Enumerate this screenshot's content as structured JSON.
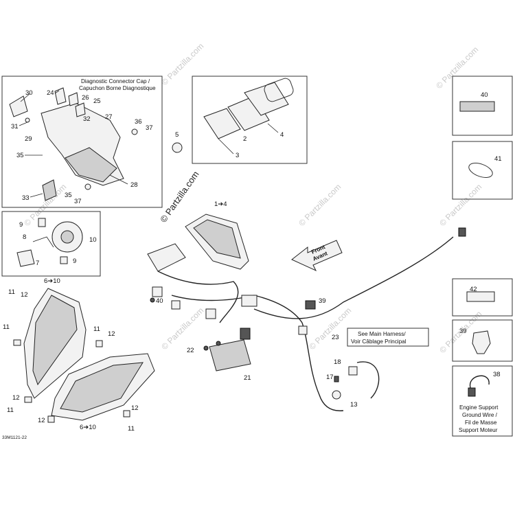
{
  "watermark": "© Partzilla.com",
  "figure_code": "33M1121-22",
  "captions": {
    "diagnostic_line1": "Diagnostic Connector Cap /",
    "diagnostic_line2": "Capuchon Borne Diagnostique",
    "front_line1": "Front",
    "front_line2": "Avant",
    "harness_line1": "See Main Harness/",
    "harness_line2": "Voir Câblage Principal",
    "ground_line1": "Engine Support",
    "ground_line2": "Ground Wire /",
    "ground_line3": "Fil de Masse",
    "ground_line4": "Support Moteur"
  },
  "callouts": {
    "c1to4": "1➔4",
    "c2": "2",
    "c3": "3",
    "c4": "4",
    "c5": "5",
    "c6to10_top": "6➔10",
    "c6to10_bottom": "6➔10",
    "c7": "7",
    "c8": "8",
    "c9a": "9",
    "c9b": "9",
    "c10": "10",
    "c11a": "11",
    "c11b": "11",
    "c11c": "11",
    "c11d": "11",
    "c11e": "11",
    "c12a": "12",
    "c12b": "12",
    "c12c": "12",
    "c12d": "12",
    "c12e": "12",
    "c13": "13",
    "c17": "17",
    "c18": "18",
    "c21": "21",
    "c22": "22",
    "c23": "23",
    "c24": "24",
    "c25": "25",
    "c26": "26",
    "c27": "27",
    "c28": "28",
    "c29": "29",
    "c30": "30",
    "c31": "31",
    "c32": "32",
    "c33": "33",
    "c35a": "35",
    "c35b": "35",
    "c36": "36",
    "c37a": "37",
    "c37b": "37",
    "c38": "38",
    "c39a": "39",
    "c39b": "39",
    "c40a": "40",
    "c40b": "40",
    "c41": "41",
    "c42": "42"
  }
}
